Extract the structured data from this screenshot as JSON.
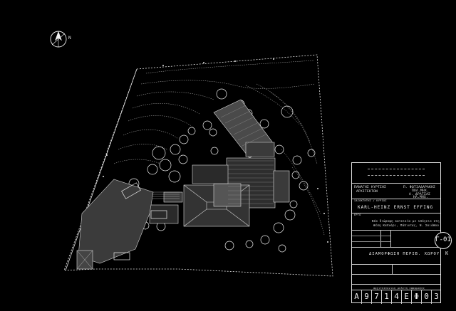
{
  "title_block": {
    "architect_name": "ΠΑΝΑΓΗΣ ΚΥΡΤΣΗΣ",
    "architect_role": "ΑΡΧΙΤΕΚΤΩΝ",
    "engineer_1": "Π. ΦΩΤΙΑΔΑΡΑΚΗΣ",
    "engineer_1_role": "ΠΟΛ.ΜΗΧ.",
    "engineer_2": "Α. ΔΡΑΤΣΑΣ",
    "engineer_2_role": "ΗΛ.ΜΗΧ.",
    "owner_label": "ΙΔΙΟΚΤΗΤΗΣ / ΚΥΡΙΟΣ",
    "owner_name": "KARL-HEINZ ERNST EFFING",
    "project_label": "ΕΡΓΟ",
    "project_desc_1": "Νέα διώροφη κατοικία με υπόγειο στη",
    "project_desc_2": "θέση Καπνάρι, Πάπιντας, Ν. Σκιάθου",
    "drawing_title": "ΔΙΑΜΟΡΦΩΣΗ   ΠΕΡΙΒ.   ΧΩΡΟΥ",
    "sheet_tag": "Γ-01",
    "revision_letter": "K",
    "sheet_number_chars": [
      "Α",
      "9",
      "7",
      "1",
      "4",
      "Ε",
      "Φ",
      "0",
      "3"
    ],
    "footer_note": "αρχιτεκτονικη μελετη εφαρμογης"
  },
  "north_arrow": {
    "label": "N"
  }
}
